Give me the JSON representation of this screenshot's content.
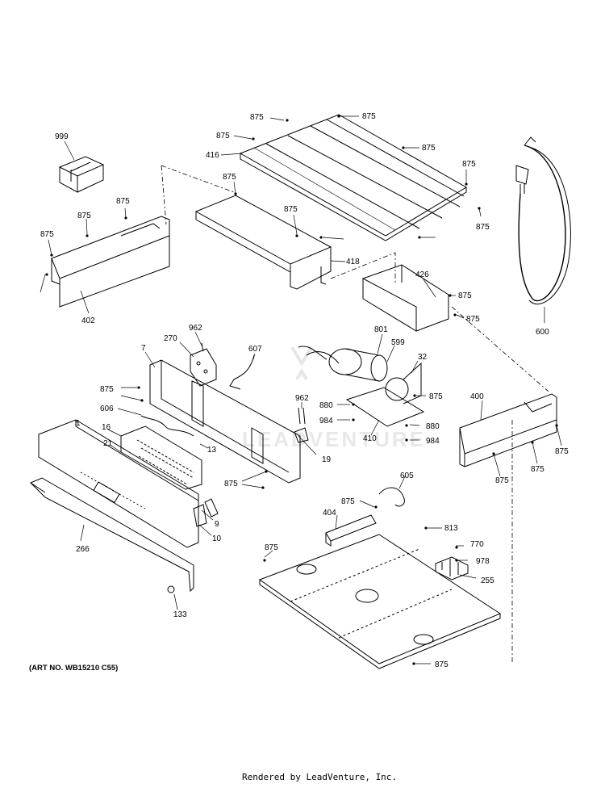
{
  "labels": [
    "875",
    "875",
    "875",
    "416",
    "875",
    "875",
    "875",
    "999",
    "875",
    "875",
    "875",
    "875",
    "875",
    "418",
    "402",
    "426",
    "875",
    "875",
    "600",
    "962",
    "270",
    "607",
    "7",
    "801",
    "599",
    "32",
    "875",
    "875",
    "606",
    "962",
    "880",
    "984",
    "880",
    "984",
    "410",
    "400",
    "875",
    "875",
    "875",
    "1",
    "16",
    "13",
    "21",
    "19",
    "875",
    "605",
    "9",
    "10",
    "875",
    "266",
    "404",
    "813",
    "875",
    "770",
    "978",
    "255",
    "133",
    "875"
  ],
  "watermark": "LEADVENTURE",
  "art_number": "(ART NO. WB15210 C55)",
  "footer": "Rendered by LeadVenture, Inc."
}
